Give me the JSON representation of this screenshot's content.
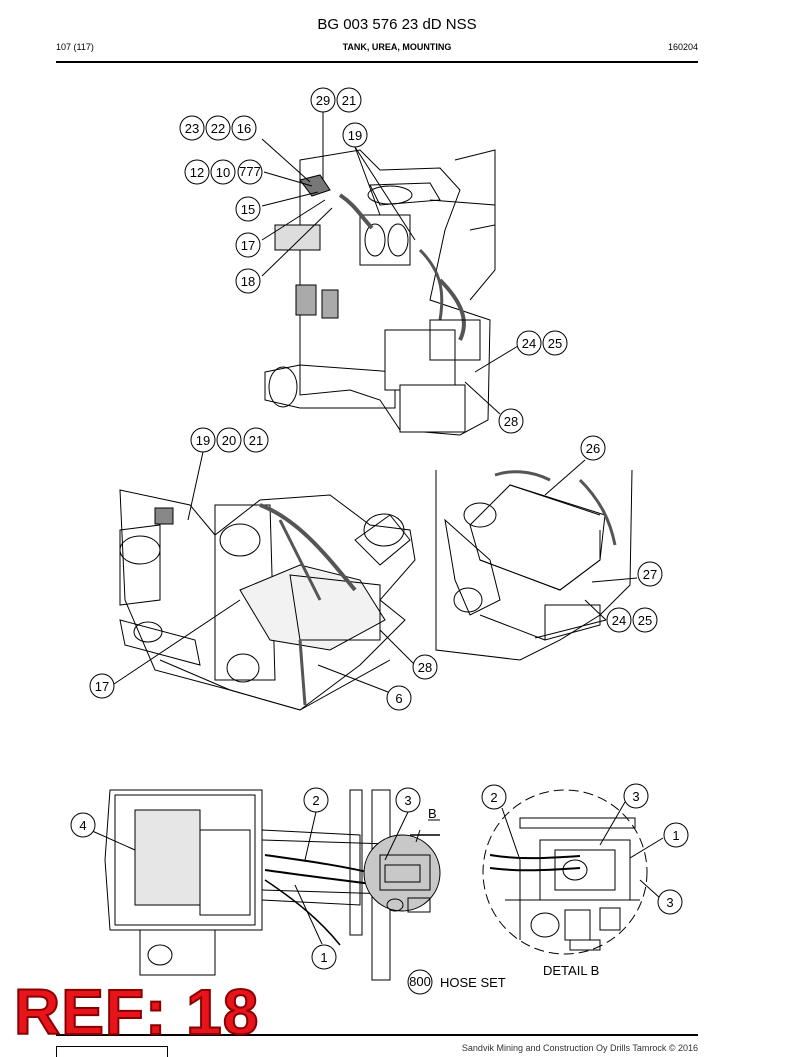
{
  "header": {
    "title": "BG 003 576 23 dD NSS",
    "page": "107 (117)",
    "section": "TANK, UREA, MOUNTING",
    "code": "160204"
  },
  "callouts": {
    "c29": "29",
    "c21a": "21",
    "c23": "23",
    "c22": "22",
    "c16": "16",
    "c19a": "19",
    "c12": "12",
    "c10": "10",
    "c777": "777",
    "c15": "15",
    "c17a": "17",
    "c18": "18",
    "c24a": "24",
    "c25a": "25",
    "c28a": "28",
    "c19b": "19",
    "c20": "20",
    "c21b": "21",
    "c26": "26",
    "c27": "27",
    "c24b": "24",
    "c25b": "25",
    "c17b": "17",
    "c28b": "28",
    "c6": "6",
    "c4": "4",
    "c2a": "2",
    "c3a": "3",
    "c1a": "1",
    "c2b": "2",
    "c3b": "3",
    "c1b": "1",
    "c3c": "3",
    "c800": "800"
  },
  "labels": {
    "b_marker": "B",
    "detail_b": "DETAIL B",
    "hose_set": "HOSE SET"
  },
  "footer": {
    "ref": "REF: 18",
    "copyright": "Sandvik Mining and Construction Oy Drills Tamrock © 2016"
  },
  "colors": {
    "ref_red": "#e8141b",
    "line": "#000000",
    "detail_fill": "#c8c8c8"
  }
}
